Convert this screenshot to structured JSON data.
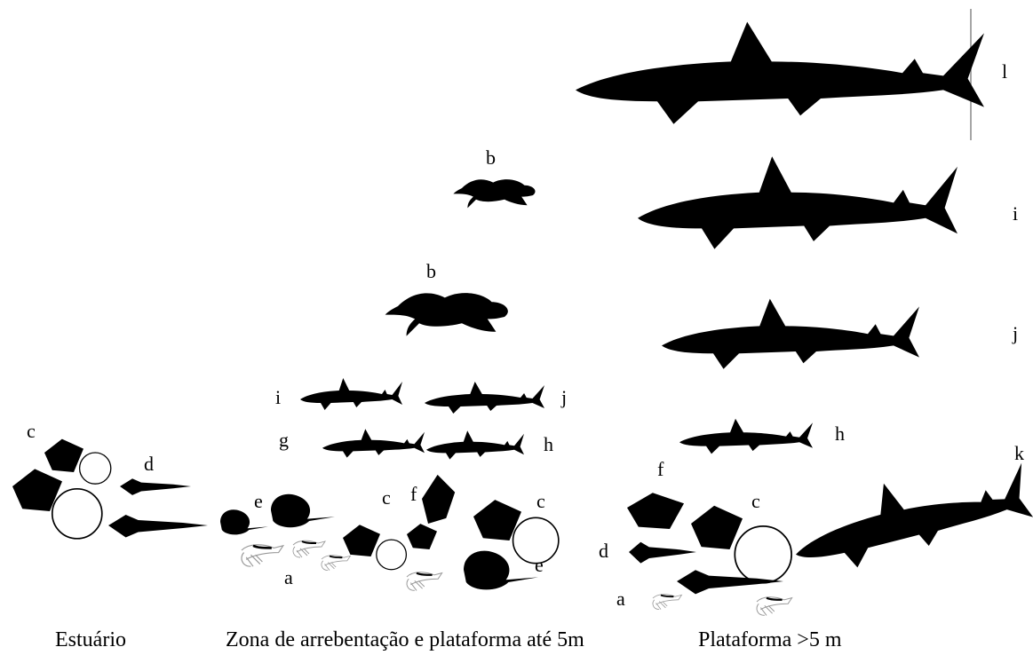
{
  "labels": {
    "l": "l",
    "b": "b",
    "i": "i",
    "j": "j",
    "g": "g",
    "h": "h",
    "c": "c",
    "d": "d",
    "e": "e",
    "f": "f",
    "a": "a",
    "k": "k"
  },
  "zones": {
    "estuary": "Estuário",
    "surf": "Zona de arrebentação e plataforma até 5m",
    "shelf": "Plataforma >5 m"
  }
}
